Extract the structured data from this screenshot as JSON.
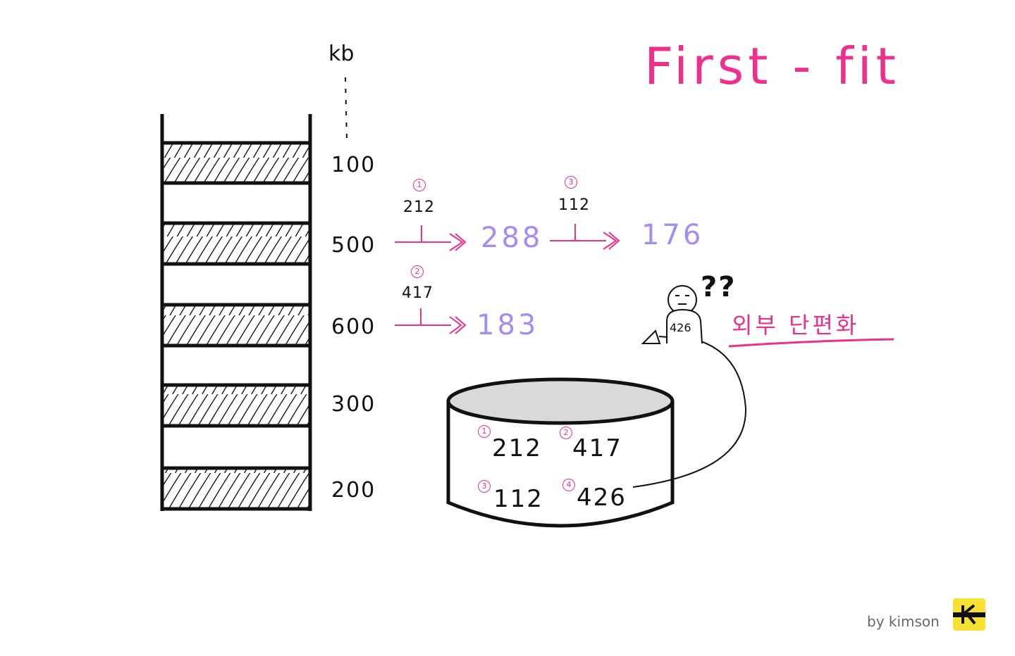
{
  "title": "First - fit",
  "unit": "kb",
  "memory_blocks": [
    "100",
    "500",
    "600",
    "300",
    "200"
  ],
  "allocations": {
    "first": {
      "order": "1",
      "size": "212"
    },
    "second": {
      "order": "2",
      "size": "417"
    },
    "third": {
      "order": "3",
      "size": "112"
    }
  },
  "remainders": {
    "after_first": "288",
    "after_third": "176",
    "after_second": "183"
  },
  "queue": [
    {
      "order": "1",
      "size": "212"
    },
    {
      "order": "2",
      "size": "417"
    },
    {
      "order": "3",
      "size": "112"
    },
    {
      "order": "4",
      "size": "426"
    }
  ],
  "waiting_process": {
    "size": "426",
    "confused": "??"
  },
  "fragmentation_label": "외부 단편화",
  "credit": "by kimson",
  "colors": {
    "accent": "#ee2f8c",
    "remainder": "#a58cf0",
    "ink": "#111111",
    "logo": "#f7e234"
  }
}
